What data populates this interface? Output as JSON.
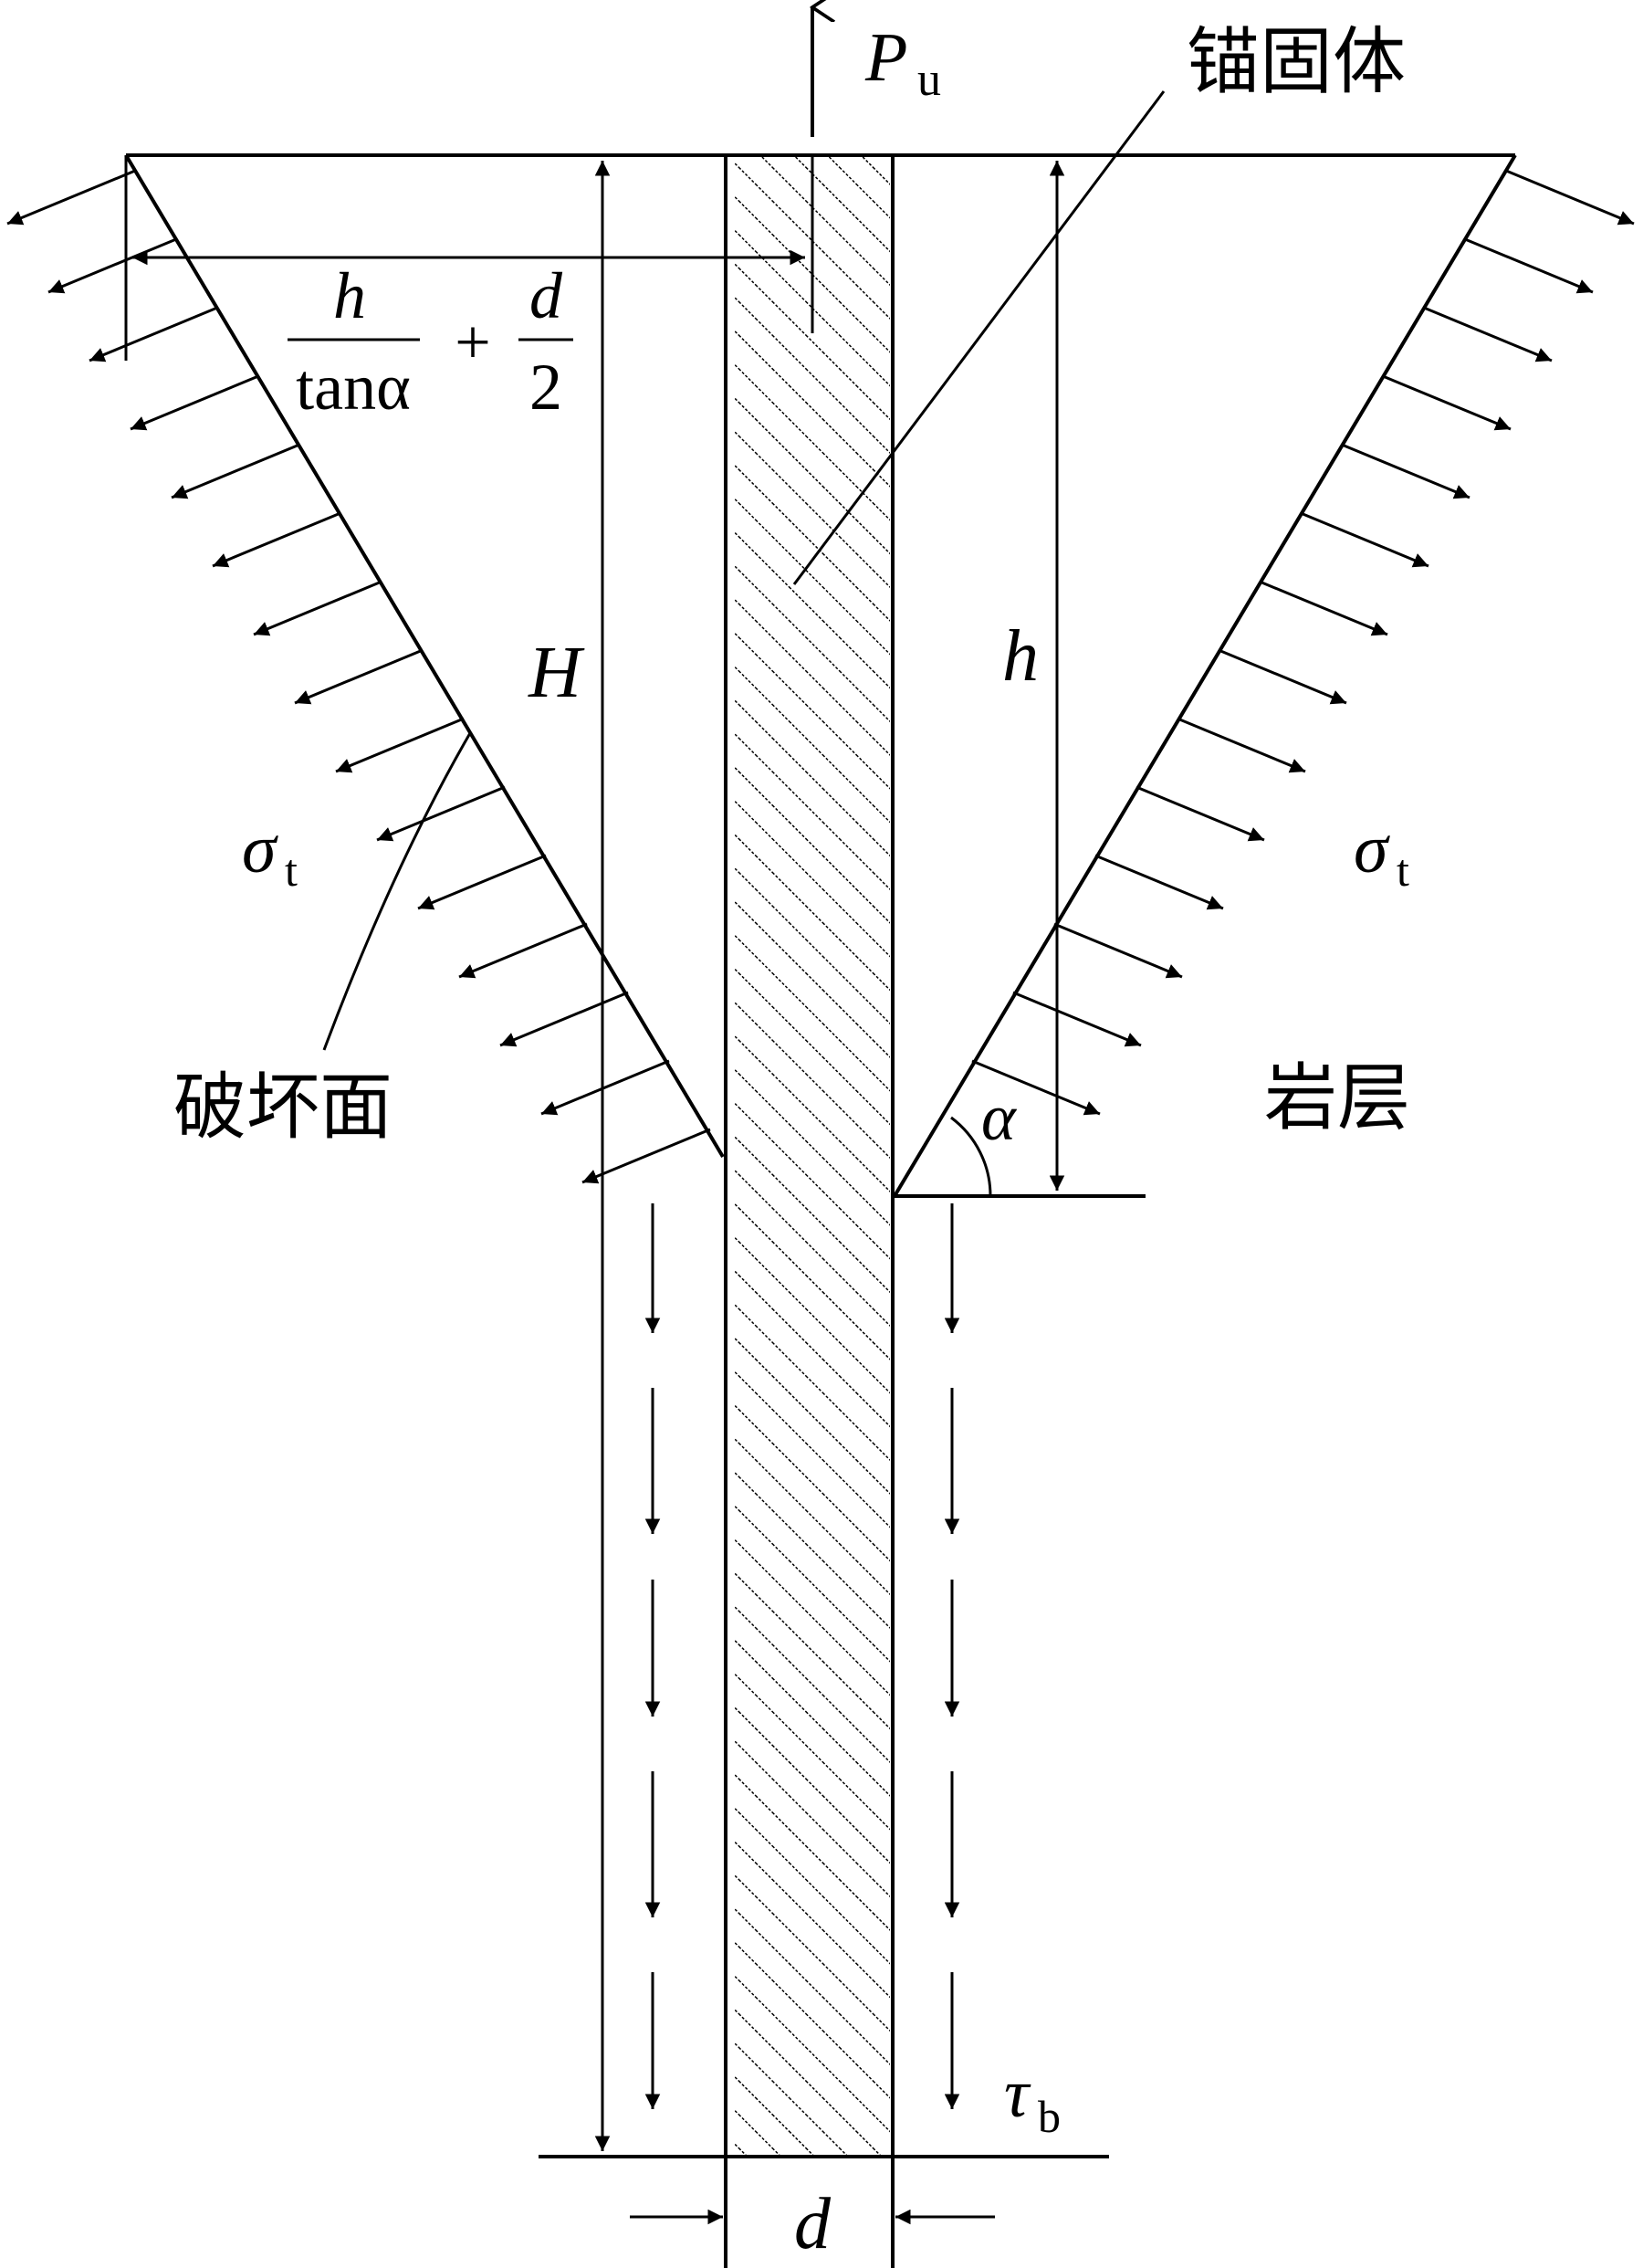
{
  "labels": {
    "load": "P",
    "load_sub": "u",
    "anchor_body": "锚固体",
    "failure_surface": "破坏面",
    "rock_layer": "岩层",
    "depth_total": "H",
    "depth_cone": "h",
    "angle": "α",
    "diameter": "d",
    "tensile_stress": "σ",
    "tensile_sub": "t",
    "bond_stress": "τ",
    "bond_sub": "b",
    "radius_formula": {
      "num1": "h",
      "den1": "tanα",
      "plus": "+",
      "num2": "d",
      "den2": "2"
    }
  }
}
